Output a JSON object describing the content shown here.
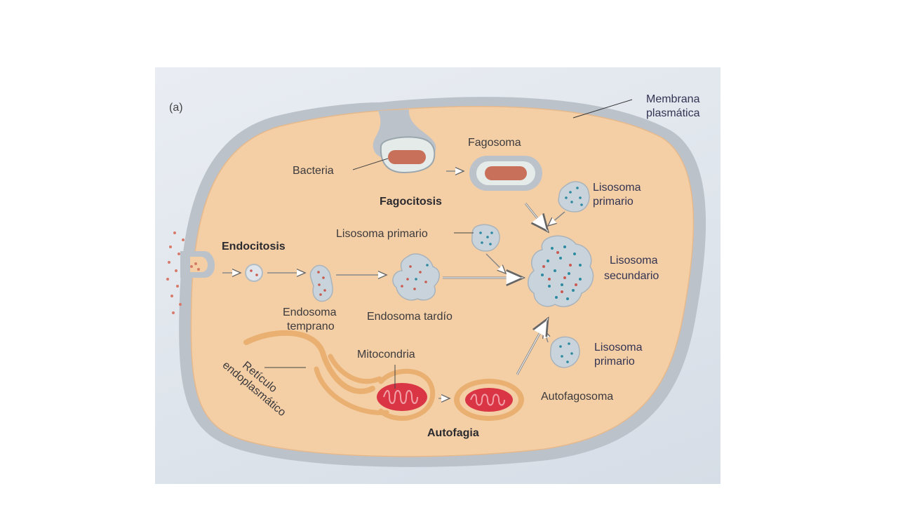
{
  "figure": {
    "panel_label": "(a)",
    "labels": {
      "membrane_line1": "Membrana",
      "membrane_line2": "plasmática",
      "phagosome": "Fagosoma",
      "bacteria": "Bacteria",
      "phagocytosis": "Fagocitosis",
      "endocytosis": "Endocitosis",
      "primary_lysosome_mid": "Lisosoma primario",
      "primary_lysosome_top_line1": "Lisosoma",
      "primary_lysosome_top_line2": "primario",
      "secondary_lysosome_line1": "Lisosoma",
      "secondary_lysosome_line2": "secundario",
      "early_endosome_line1": "Endosoma",
      "early_endosome_line2": "temprano",
      "late_endosome": "Endosoma tardío",
      "mitochondria": "Mitocondria",
      "primary_lysosome_bottom_line1": "Lisosoma",
      "primary_lysosome_bottom_line2": "primario",
      "autophagosome": "Autofagosoma",
      "autophagy": "Autofagia",
      "er_line1": "Retículo",
      "er_line2": "endoplasmático"
    },
    "colors": {
      "cytoplasm": "#f4cfa6",
      "membrane": "#bfc4cb",
      "bacteria": "#c8705a",
      "mitochondria": "#d93545",
      "organelle_orange": "#e9b072",
      "lysosome_fill": "#c9d3db",
      "dot_blue": "#2b8aa0",
      "dot_red": "#c85a50"
    }
  }
}
